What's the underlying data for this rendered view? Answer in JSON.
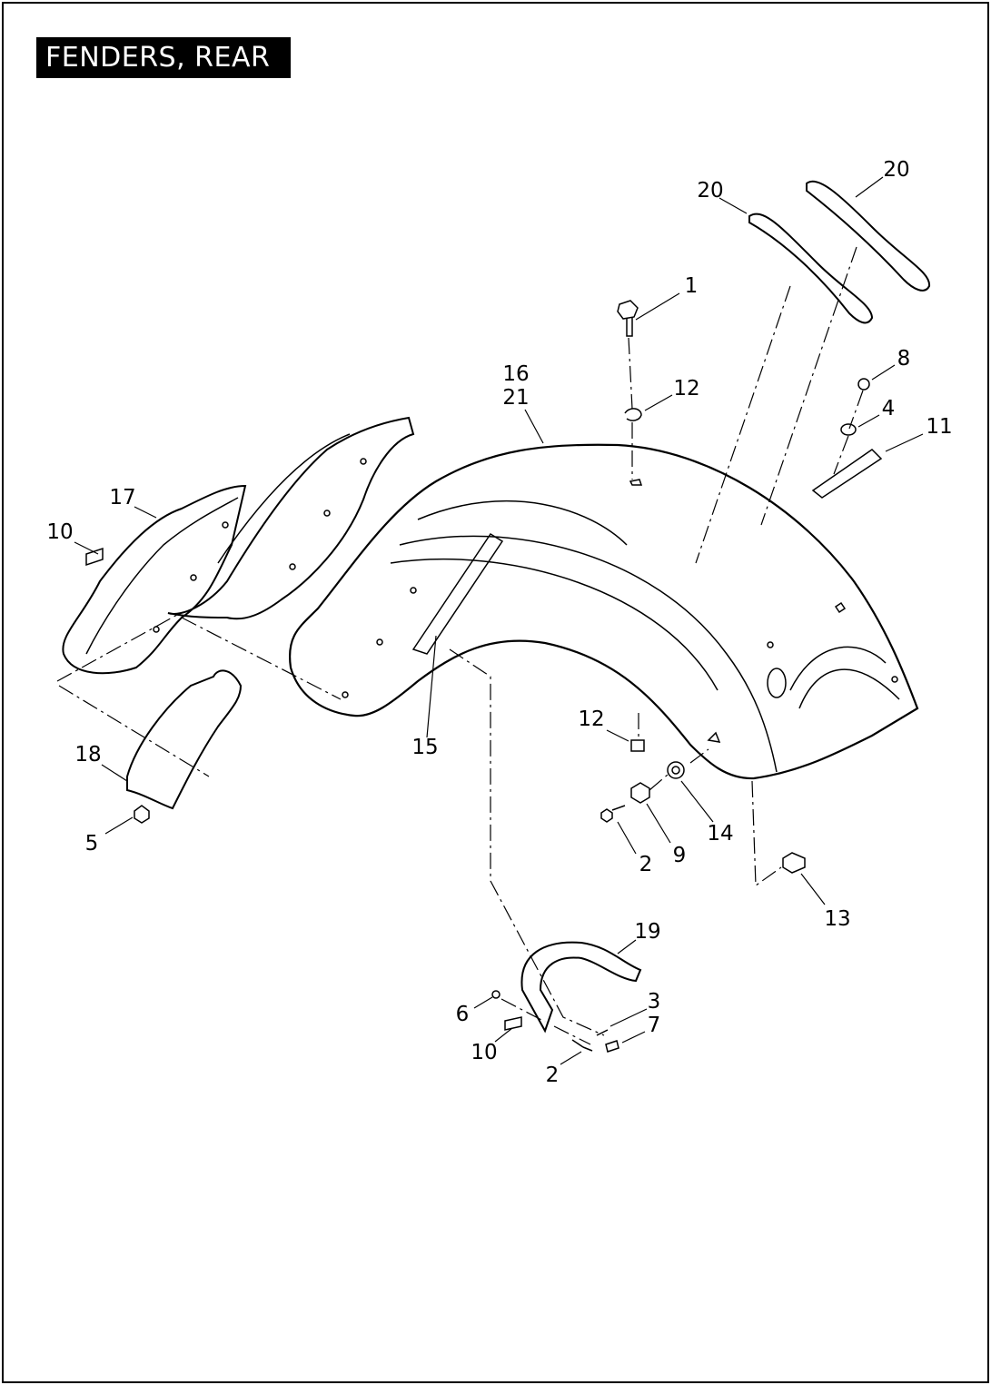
{
  "title": "FENDERS, REAR",
  "callouts": [
    "1",
    "20",
    "20",
    "16",
    "21",
    "12",
    "8",
    "4",
    "11",
    "17",
    "10",
    "12",
    "15",
    "18",
    "14",
    "9",
    "2",
    "5",
    "13",
    "19",
    "3",
    "7",
    "6",
    "10",
    "2"
  ]
}
